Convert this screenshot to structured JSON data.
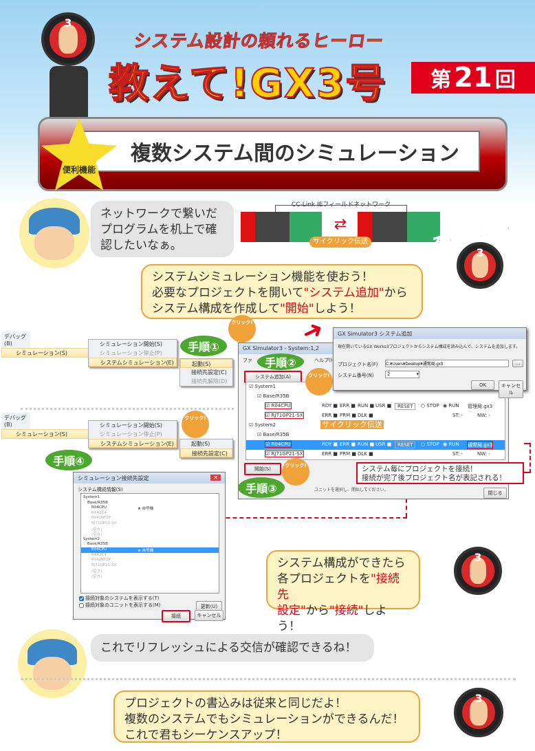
{
  "header": {
    "subtitle": "システム設計の頼れるヒーロー",
    "title": "教えて!GX3号",
    "episode": {
      "prefix": "第",
      "number": "21",
      "suffix": "回"
    },
    "hero_badge": "3"
  },
  "section": {
    "badge": "便利機能",
    "title": "複数システム間のシミュレーション"
  },
  "intro": {
    "kid_speech": [
      "ネットワークで繋いだ",
      "プログラムを机上で確",
      "認したいなぁ。"
    ],
    "network_label": "CC-Link IEフィールドネットワーク",
    "cyclic_label": "サイクリック伝送",
    "sonna_toki": "そんなときは"
  },
  "answer1": {
    "line1": "システムシミュレーション機能を使おう！",
    "line2_a": "必要なプロジェクトを開いて",
    "line2_hl": "\"システム追加\"",
    "line2_b": "から",
    "line3_a": "システム構成を作成して",
    "line3_hl": "\"開始\"",
    "line3_b": "しよう！"
  },
  "menu": {
    "bar": "デバッグ(B)",
    "simulation": "シミュレーション(S)",
    "items": [
      "シミュレーション開始(S)",
      "シミュレーション停止(P)",
      "システムシミュレーション(E)"
    ],
    "sub": [
      "起動(S)",
      "接続先設定(C)",
      "接続先解除(D)"
    ]
  },
  "steps": [
    "手順①",
    "手順②",
    "手順③",
    "手順④"
  ],
  "click": "クリック!",
  "sim_window": {
    "title": "GX Simulator3 - System:1,2",
    "menus": [
      "ファ",
      "ヘルプ(H)"
    ],
    "add_system": "システム追加(A)",
    "start": "開始(S)",
    "close": "閉じる",
    "tree": [
      {
        "label": "System1",
        "level": 0
      },
      {
        "label": "Base/R35B",
        "level": 1
      },
      {
        "label": "R04CPU",
        "level": 2,
        "type": "cpu",
        "project": "管理局.gx3"
      },
      {
        "label": "RJ71GP21-SX",
        "level": 2,
        "type": "net"
      },
      {
        "label": "System2",
        "level": 0
      },
      {
        "label": "Base/R35B",
        "level": 1
      },
      {
        "label": "R04CPU",
        "level": 2,
        "type": "cpu",
        "project": "通常局.gx3",
        "selected": true
      },
      {
        "label": "RJ71GP21-SX",
        "level": 2,
        "type": "net"
      }
    ],
    "cpu_leds": [
      "RDY",
      "ERR",
      "RUN",
      "USR"
    ],
    "net_leds": [
      "ERR",
      "PRM",
      "DLK"
    ],
    "reset": "RESET",
    "stop": "STOP",
    "run": "RUN",
    "st": "ST:",
    "nw": "NW:",
    "dash": "-",
    "cyclic_label": "サイクリック伝送",
    "hint": "ユニットを選択し、開始してください。"
  },
  "add_dialog": {
    "title": "GX Simulator3 システム追加",
    "description": "現在開いているGX Works3プロジェクトからシステム構成を読み込んで、システムを追加します。",
    "project_label": "プロジェクト名(F)",
    "project_value": "C:¥Users¥Desktop¥通常局.gx3",
    "browse": "...",
    "sysnum_label": "システム番号(N)",
    "sysnum_value": "2",
    "ok": "OK",
    "cancel": "キャンセル"
  },
  "note": [
    "システム毎にプロジェクトを接続！",
    "接続が完了後プロジェクト名が表記される！"
  ],
  "connect_dialog": {
    "title": "シミュレーション接続先設定",
    "group": "システム構成情報(S)",
    "tree": [
      {
        "label": "System1",
        "level": 0
      },
      {
        "label": "Base/R35B",
        "level": 1
      },
      {
        "label": "R04CPU",
        "level": 2,
        "tag": "自号機"
      },
      {
        "label": "RX42C4",
        "level": 2
      },
      {
        "label": "RY42NT2P",
        "level": 2
      },
      {
        "label": "RJ71GP21-SX",
        "level": 2
      },
      {
        "label": "(空き)",
        "level": 2
      },
      {
        "label": "(空き)",
        "level": 2
      },
      {
        "label": "System2",
        "level": 0
      },
      {
        "label": "Base/R35B",
        "level": 1
      },
      {
        "label": "R04CPU",
        "level": 2,
        "tag": "自号機",
        "selected": true
      },
      {
        "label": "RX42C4",
        "level": 2
      },
      {
        "label": "RY42NT2P",
        "level": 2
      },
      {
        "label": "RJ71GP21-SX",
        "level": 2
      },
      {
        "label": "(空き)",
        "level": 2
      },
      {
        "label": "(空き)",
        "level": 2
      }
    ],
    "check1": "接続対象のシステムを表示する(T)",
    "check1_checked": true,
    "check2": "接続対象のユニットを表示する(M)",
    "check2_checked": false,
    "refresh": "更新(U)",
    "connect": "接続",
    "cancel": "キャンセル"
  },
  "answer2": {
    "l1": "システム構成ができたら",
    "l2_a": "各プロジェクトを",
    "l2_hl": "\"接続先",
    "l3_hl": "設定\"",
    "l3_b": "から",
    "l3_hl2": "\"接続\"",
    "l3_c": "しよう！"
  },
  "kid2_speech": "これでリフレッシュによる交信が確認できるね！",
  "answer3": [
    "プロジェクトの書込みは従来と同じだよ！",
    "複数のシステムでもシミュレーションができるんだ！",
    "これで君もシーケンスアップ！"
  ],
  "colors": {
    "accent_red": "#e2001a",
    "step_green": "#4da72f",
    "bubble_yellow": "#fdf3c4",
    "selection_blue": "#3399ff"
  }
}
